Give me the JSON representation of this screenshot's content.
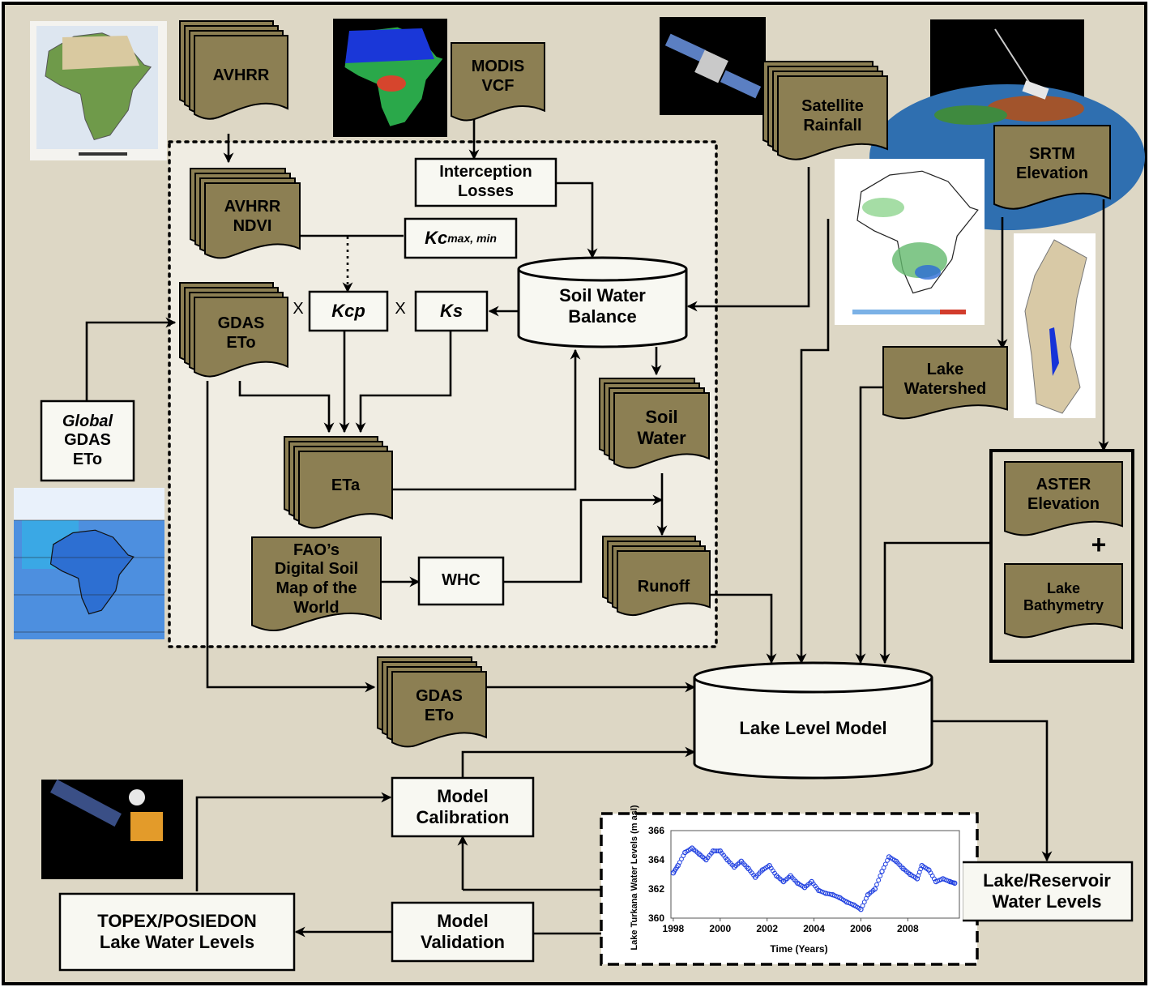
{
  "colors": {
    "background": "#ddd7c5",
    "inner_panel": "#f0ede3",
    "data_document": "#8c7f53",
    "process_box": "#f8f8f2",
    "border": "#000000"
  },
  "inputs": {
    "avhrr": "AVHRR",
    "modis": "MODIS\nVCF",
    "satellite_rainfall": "Satellite\nRainfall",
    "srtm": "SRTM\nElevation",
    "global_gdas": {
      "italic": "Global",
      "rest": "GDAS\nETo"
    }
  },
  "process": {
    "avhrr_ndvi": "AVHRR\nNDVI",
    "interception": "Interception\nLosses",
    "kc_max_min": {
      "base": "Kc",
      "sub": "max, min"
    },
    "gdas_eto_inner": "GDAS\nETo",
    "kcp": "Kcp",
    "ks": "Ks",
    "multiply_1": "X",
    "multiply_2": "X",
    "soil_water_balance": "Soil Water\nBalance",
    "soil_water": "Soil\nWater",
    "eta": "ETa",
    "fao_soil": "FAO’s\nDigital Soil\nMap of the\nWorld",
    "whc": "WHC",
    "runoff": "Runoff"
  },
  "lake": {
    "watershed": "Lake\nWatershed",
    "aster": "ASTER\nElevation",
    "plus": "+",
    "bathymetry": "Lake\nBathymetry",
    "gdas_eto_outer": "GDAS\nETo",
    "lake_level_model": "Lake Level Model",
    "model_calibration": "Model\nCalibration",
    "model_validation": "Model\nValidation",
    "topex": "TOPEX/POSIEDON\nLake Water Levels",
    "reservoir_levels": "Lake/Reservoir\nWater Levels"
  },
  "chart_data": {
    "type": "scatter",
    "title": "",
    "xlabel": "Time (Years)",
    "ylabel": "Lake Turkana Water Levels (m asl)",
    "xlim": [
      1997.9,
      2010.2
    ],
    "ylim": [
      360,
      366
    ],
    "x_ticks": [
      1998,
      2000,
      2002,
      2004,
      2006,
      2008
    ],
    "y_ticks": [
      360,
      362,
      364,
      366
    ],
    "series": [
      {
        "color": "#1f3fe0",
        "points": [
          [
            1998.0,
            363.1
          ],
          [
            1998.2,
            363.6
          ],
          [
            1998.5,
            364.5
          ],
          [
            1998.8,
            364.8
          ],
          [
            1999.1,
            364.4
          ],
          [
            1999.4,
            364.0
          ],
          [
            1999.7,
            364.6
          ],
          [
            2000.0,
            364.6
          ],
          [
            2000.3,
            364.0
          ],
          [
            2000.6,
            363.5
          ],
          [
            2000.9,
            363.9
          ],
          [
            2001.2,
            363.4
          ],
          [
            2001.5,
            362.8
          ],
          [
            2001.8,
            363.3
          ],
          [
            2002.1,
            363.6
          ],
          [
            2002.4,
            362.9
          ],
          [
            2002.7,
            362.5
          ],
          [
            2003.0,
            362.9
          ],
          [
            2003.3,
            362.4
          ],
          [
            2003.6,
            362.1
          ],
          [
            2003.9,
            362.5
          ],
          [
            2004.2,
            361.9
          ],
          [
            2004.5,
            361.7
          ],
          [
            2004.8,
            361.6
          ],
          [
            2005.1,
            361.4
          ],
          [
            2005.4,
            361.1
          ],
          [
            2005.7,
            360.9
          ],
          [
            2006.0,
            360.6
          ],
          [
            2006.3,
            361.6
          ],
          [
            2006.6,
            362.0
          ],
          [
            2006.9,
            363.2
          ],
          [
            2007.2,
            364.2
          ],
          [
            2007.5,
            363.9
          ],
          [
            2007.8,
            363.4
          ],
          [
            2008.1,
            363.0
          ],
          [
            2008.4,
            362.7
          ],
          [
            2008.6,
            363.6
          ],
          [
            2008.9,
            363.3
          ],
          [
            2009.2,
            362.5
          ],
          [
            2009.5,
            362.7
          ],
          [
            2009.8,
            362.5
          ],
          [
            2010.0,
            362.4
          ]
        ]
      }
    ]
  }
}
